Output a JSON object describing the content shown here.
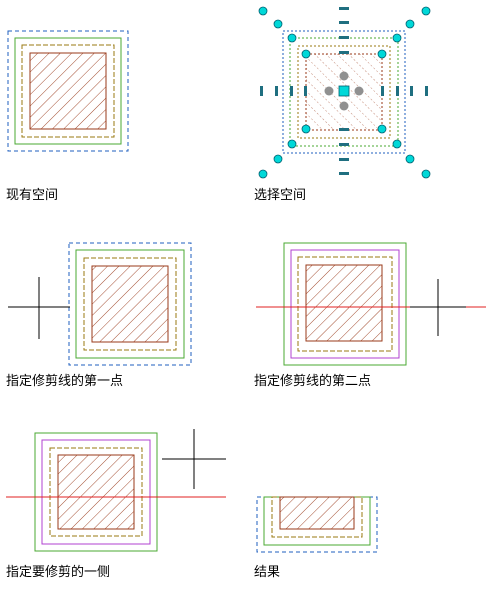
{
  "colors": {
    "blue_dashed": "#1f5fbf",
    "green": "#4aa832",
    "olive": "#9a7a10",
    "hatch_brown": "#9a3a1a",
    "magenta": "#b040d0",
    "red": "#e02020",
    "grip_cyan": "#00d8d8",
    "grip_outline": "#006070",
    "grip_teal": "#1f6f80",
    "handle_gray": "#909090",
    "crosshair": "#000000"
  },
  "panels": [
    {
      "id": "existing_space",
      "caption": "现有空间"
    },
    {
      "id": "select_space",
      "caption": "选择空间"
    },
    {
      "id": "first_trim_point",
      "caption": "指定修剪线的第一点"
    },
    {
      "id": "second_trim_point",
      "caption": "指定修剪线的第二点"
    },
    {
      "id": "trim_side",
      "caption": "指定要修剪的一侧"
    },
    {
      "id": "result",
      "caption": "结果"
    }
  ]
}
